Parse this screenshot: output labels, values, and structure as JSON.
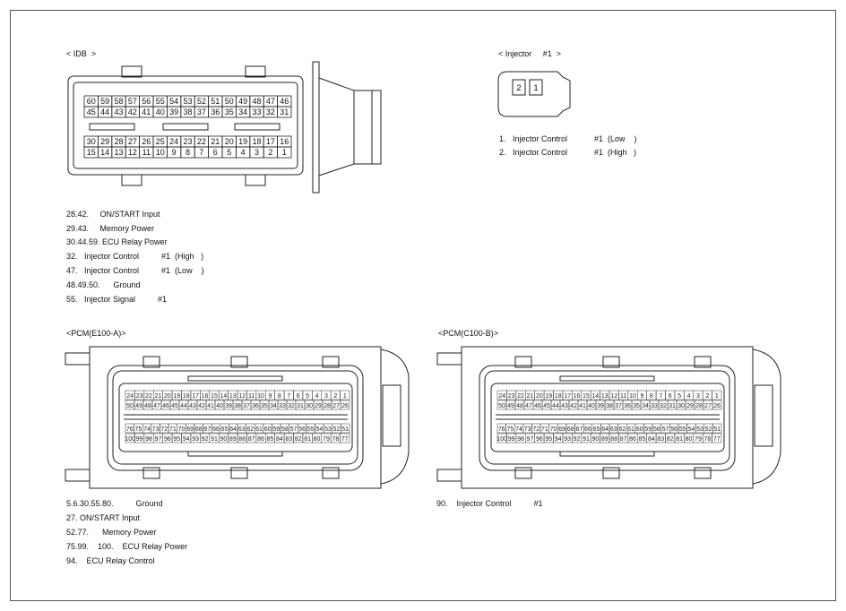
{
  "idb": {
    "title": "< IDB  >",
    "row1": [
      "60",
      "59",
      "58",
      "57",
      "56",
      "55",
      "54",
      "53",
      "52",
      "51",
      "50",
      "49",
      "48",
      "47",
      "46"
    ],
    "row2": [
      "45",
      "44",
      "43",
      "42",
      "41",
      "40",
      "39",
      "38",
      "37",
      "36",
      "35",
      "34",
      "33",
      "32",
      "31"
    ],
    "row3": [
      "30",
      "29",
      "28",
      "27",
      "26",
      "25",
      "24",
      "23",
      "22",
      "21",
      "20",
      "19",
      "18",
      "17",
      "16"
    ],
    "row4": [
      "15",
      "14",
      "13",
      "12",
      "11",
      "10",
      "9",
      "8",
      "7",
      "6",
      "5",
      "4",
      "3",
      "2",
      "1"
    ],
    "pins": [
      "28.42.     ON/START Input",
      "29.43.     Memory Power",
      "30.44.59. ECU Relay Power",
      "32.   Injector Control          #1  (High   )",
      "47.   Injector Control          #1  (Low    )",
      "48.49.50.      Ground",
      "55.   Injector Signal          #1"
    ]
  },
  "injector": {
    "title": "< Injector     #1  >",
    "pin_a": "2",
    "pin_b": "1",
    "pins": [
      "1.   Injector Control            #1  (Low    )",
      "2.   Injector Control            #1  (High   )"
    ]
  },
  "pcm_a": {
    "title": "<PCM(E100-A)>",
    "pins": [
      "5.6.30.55.80.          Ground",
      "27. ON/START Input",
      "52.77.      Memory Power",
      "75.99.    100.    ECU Relay Power",
      "94.    ECU Relay Control"
    ]
  },
  "pcm_b": {
    "title": "<PCM(C100-B)>",
    "pins": [
      "90.    Injector Control          #1"
    ]
  },
  "pcm_rows": {
    "r1": [
      "24",
      "23",
      "22",
      "21",
      "20",
      "19",
      "18",
      "17",
      "16",
      "15",
      "14",
      "13",
      "12",
      "11",
      "10",
      "9",
      "8",
      "7",
      "6",
      "5",
      "4",
      "3",
      "2",
      "1"
    ],
    "r2": [
      "50",
      "49",
      "48",
      "47",
      "46",
      "45",
      "44",
      "43",
      "42",
      "41",
      "40",
      "39",
      "38",
      "37",
      "36",
      "35",
      "34",
      "33",
      "32",
      "31",
      "30",
      "29",
      "28",
      "27",
      "26"
    ],
    "r3": [
      "76",
      "75",
      "74",
      "73",
      "72",
      "71",
      "70",
      "69",
      "68",
      "67",
      "66",
      "65",
      "64",
      "63",
      "62",
      "61",
      "60",
      "59",
      "58",
      "57",
      "56",
      "55",
      "54",
      "53",
      "52",
      "51"
    ],
    "r4": [
      "100",
      "99",
      "98",
      "97",
      "96",
      "95",
      "94",
      "93",
      "92",
      "91",
      "90",
      "89",
      "88",
      "87",
      "86",
      "85",
      "84",
      "83",
      "82",
      "81",
      "80",
      "79",
      "78",
      "77"
    ]
  }
}
